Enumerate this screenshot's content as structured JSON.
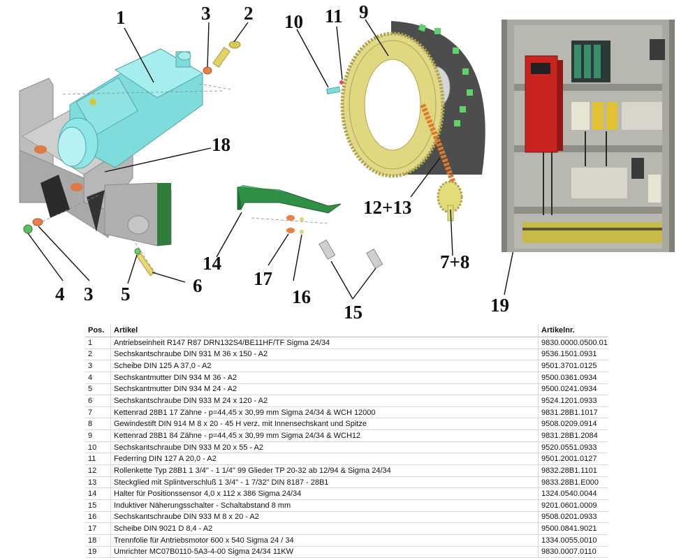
{
  "callouts": {
    "n1": "1",
    "n2": "2",
    "n3a": "3",
    "n3b": "3",
    "n4": "4",
    "n5": "5",
    "n6": "6",
    "n7_8": "7+8",
    "n9": "9",
    "n10": "10",
    "n11": "11",
    "n12_13": "12+13",
    "n14": "14",
    "n15": "15",
    "n16": "16",
    "n17": "17",
    "n18": "18",
    "n19": "19"
  },
  "table": {
    "headers": {
      "pos": "Pos.",
      "artikel": "Artikel",
      "artikelnr": "Artikelnr."
    },
    "rows": [
      {
        "pos": "1",
        "artikel": "Antriebseinheit R147 R87 DRN132S4/BE11HF/TF Sigma 24/34",
        "nr": "9830.0000.0500.01"
      },
      {
        "pos": "2",
        "artikel": "Sechskantschraube DIN 931 M 36 x 150 - A2",
        "nr": "9536.1501.0931"
      },
      {
        "pos": "3",
        "artikel": "Scheibe DIN 125 A 37,0 - A2",
        "nr": "9501.3701.0125"
      },
      {
        "pos": "4",
        "artikel": "Sechskantmutter DIN 934 M 36 - A2",
        "nr": "9500.0361.0934"
      },
      {
        "pos": "5",
        "artikel": "Sechskantmutter DIN 934 M 24 - A2",
        "nr": "9500.0241.0934"
      },
      {
        "pos": "6",
        "artikel": "Sechskantschraube DIN 933 M 24 x 120 - A2",
        "nr": "9524.1201.0933"
      },
      {
        "pos": "7",
        "artikel": "Kettenrad 28B1 17 Zähne - p=44,45 x 30,99 mm Sigma 24/34 & WCH 12000",
        "nr": "9831.28B1.1017"
      },
      {
        "pos": "8",
        "artikel": "Gewindestift DIN 914 M 8 x 20 - 45 H verz. mit Innensechskant und Spitze",
        "nr": "9508.0209.0914"
      },
      {
        "pos": "9",
        "artikel": "Kettenrad 28B1 84 Zähne - p=44,45 x 30,99 mm Sigma 24/34 & WCH12",
        "nr": "9831.28B1.2084"
      },
      {
        "pos": "10",
        "artikel": "Sechskantschraube DIN 933 M 20 x 55 - A2",
        "nr": "9520.0551.0933"
      },
      {
        "pos": "11",
        "artikel": "Federring DIN 127 A 20,0 - A2",
        "nr": "9501.2001.0127"
      },
      {
        "pos": "12",
        "artikel": "Rollenkette Typ 28B1 1 3/4\" - 1 1/4\" 99 Glieder TP 20-32 ab 12/94 & Sigma 24/34",
        "nr": "9832.28B1.1101"
      },
      {
        "pos": "13",
        "artikel": "Steckglied mit Splintverschluß 1 3/4\" - 1 7/32\" DIN 8187 - 28B1",
        "nr": "9833.28B1.E000"
      },
      {
        "pos": "14",
        "artikel": "Halter für Positionssensor 4,0 x 112 x 386 Sigma 24/34",
        "nr": "1324.0540.0044"
      },
      {
        "pos": "15",
        "artikel": "Induktiver Näherungsschalter - Schaltabstand 8 mm",
        "nr": "9201.0601.0009"
      },
      {
        "pos": "16",
        "artikel": "Sechskantschraube DIN 933 M 8 x 20 - A2",
        "nr": "9508.0201.0933"
      },
      {
        "pos": "17",
        "artikel": "Scheibe DIN 9021 D 8,4 - A2",
        "nr": "9500.0841.9021"
      },
      {
        "pos": "18",
        "artikel": "Trennfolie für Antriebsmotor 600 x 540 Sigma 24 / 34",
        "nr": "1334.0055.0010"
      },
      {
        "pos": "19",
        "artikel": "Umrichter MC07B0110-5A3-4-00 Sigma 24/34 11KW",
        "nr": "9830.0007.0110"
      }
    ]
  }
}
